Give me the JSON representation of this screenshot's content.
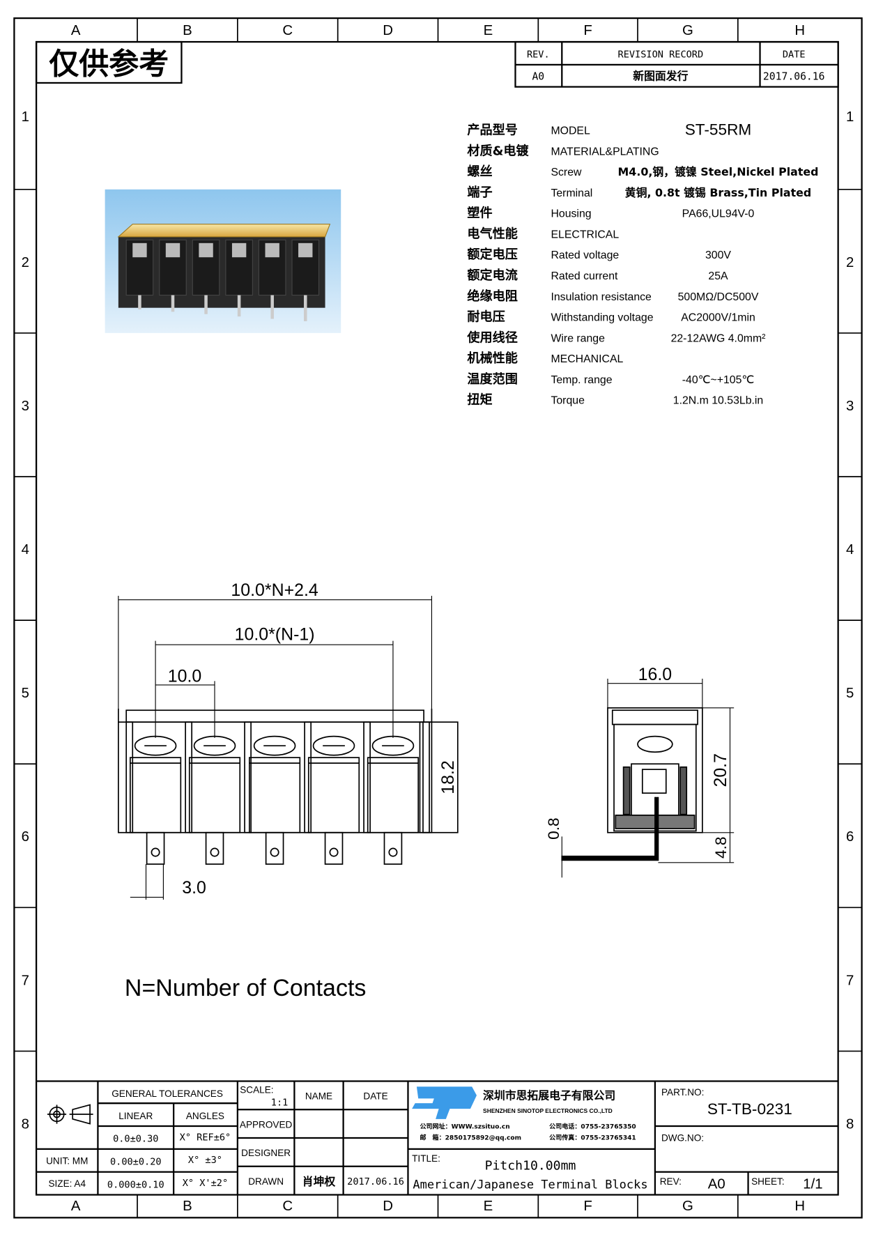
{
  "frame": {
    "columns": [
      "A",
      "B",
      "C",
      "D",
      "E",
      "F",
      "G",
      "H"
    ],
    "rows": [
      "1",
      "2",
      "3",
      "4",
      "5",
      "6",
      "7",
      "8"
    ]
  },
  "watermark_label": "仅供参考",
  "revision": {
    "headers": [
      "REV.",
      "REVISION RECORD",
      "DATE"
    ],
    "rows": [
      {
        "rev": "A0",
        "record": "新图面发行",
        "date": "2017.06.16"
      }
    ]
  },
  "specs": [
    {
      "cn": "产品型号",
      "en": "MODEL",
      "value": "ST-55RM"
    },
    {
      "cn": "材质&电镀",
      "en": "MATERIAL&PLATING",
      "value": ""
    },
    {
      "cn": "螺丝",
      "en": "Screw",
      "value": "M4.0,钢，镀镍 Steel,Nickel Plated"
    },
    {
      "cn": "端子",
      "en": "Terminal",
      "value": "黄铜, 0.8t 镀锡 Brass,Tin Plated"
    },
    {
      "cn": "塑件",
      "en": "Housing",
      "value": "PA66,UL94V-0"
    },
    {
      "cn": "电气性能",
      "en": "ELECTRICAL",
      "value": ""
    },
    {
      "cn": "额定电压",
      "en": "Rated voltage",
      "value": "300V"
    },
    {
      "cn": "额定电流",
      "en": "Rated current",
      "value": "25A"
    },
    {
      "cn": "绝缘电阻",
      "en": "Insulation resistance",
      "value": "500MΩ/DC500V"
    },
    {
      "cn": "耐电压",
      "en": "Withstanding voltage",
      "value": "AC2000V/1min"
    },
    {
      "cn": "使用线径",
      "en": "Wire range",
      "value": "22-12AWG 4.0mm²"
    },
    {
      "cn": "机械性能",
      "en": "MECHANICAL",
      "value": ""
    },
    {
      "cn": "温度范围",
      "en": "Temp. range",
      "value": "-40℃~+105℃"
    },
    {
      "cn": "扭矩",
      "en": "Torque",
      "value": "1.2N.m  10.53Lb.in"
    }
  ],
  "dimensions": {
    "overall": "10.0*N+2.4",
    "span": "10.0*(N-1)",
    "pitch": "10.0",
    "height": "18.2",
    "pin": "3.0",
    "side_width": "16.0",
    "side_height": "20.7",
    "pin_length": "4.8",
    "pin_thickness": "0.8"
  },
  "note": "N=Number of Contacts",
  "title_block": {
    "general_tolerances": "GENERAL TOLERANCES",
    "linear": "LINEAR",
    "angles": "ANGLES",
    "tol_rows": [
      {
        "linear": "0.0±0.30",
        "angle": "X° REF±6°"
      },
      {
        "linear": "0.00±0.20",
        "angle": "X° ±3°"
      },
      {
        "linear": "0.000±0.10",
        "angle": "X° X'±2°"
      }
    ],
    "unit": "UNIT: MM",
    "size": "SIZE: A4",
    "scale_label": "SCALE:",
    "scale_value": "1:1",
    "name": "NAME",
    "date": "DATE",
    "approved": "APPROVED",
    "designer": "DESIGNER",
    "drawn": "DRAWN",
    "drawn_name": "肖坤权",
    "drawn_date": "2017.06.16",
    "company_cn": "深圳市思拓展电子有限公司",
    "company_en": "SHENZHEN SINOTOP ELECTRONICS CO.,LTD",
    "website": "公司网址：WWW.szsituo.cn",
    "email": "邮　箱：2850175892@qq.com",
    "phone": "公司电话：0755-23765350",
    "fax": "公司传真：0755-23765341",
    "logo_color": "#3b9be8",
    "title_label": "TITLE:",
    "title_line1": "Pitch10.00mm",
    "title_line2": "American/Japanese Terminal Blocks",
    "part_no_label": "PART.NO:",
    "part_no": "ST-TB-0231",
    "dwg_no_label": "DWG.NO:",
    "rev_label": "REV:",
    "rev": "A0",
    "sheet_label": "SHEET:",
    "sheet": "1/1"
  }
}
